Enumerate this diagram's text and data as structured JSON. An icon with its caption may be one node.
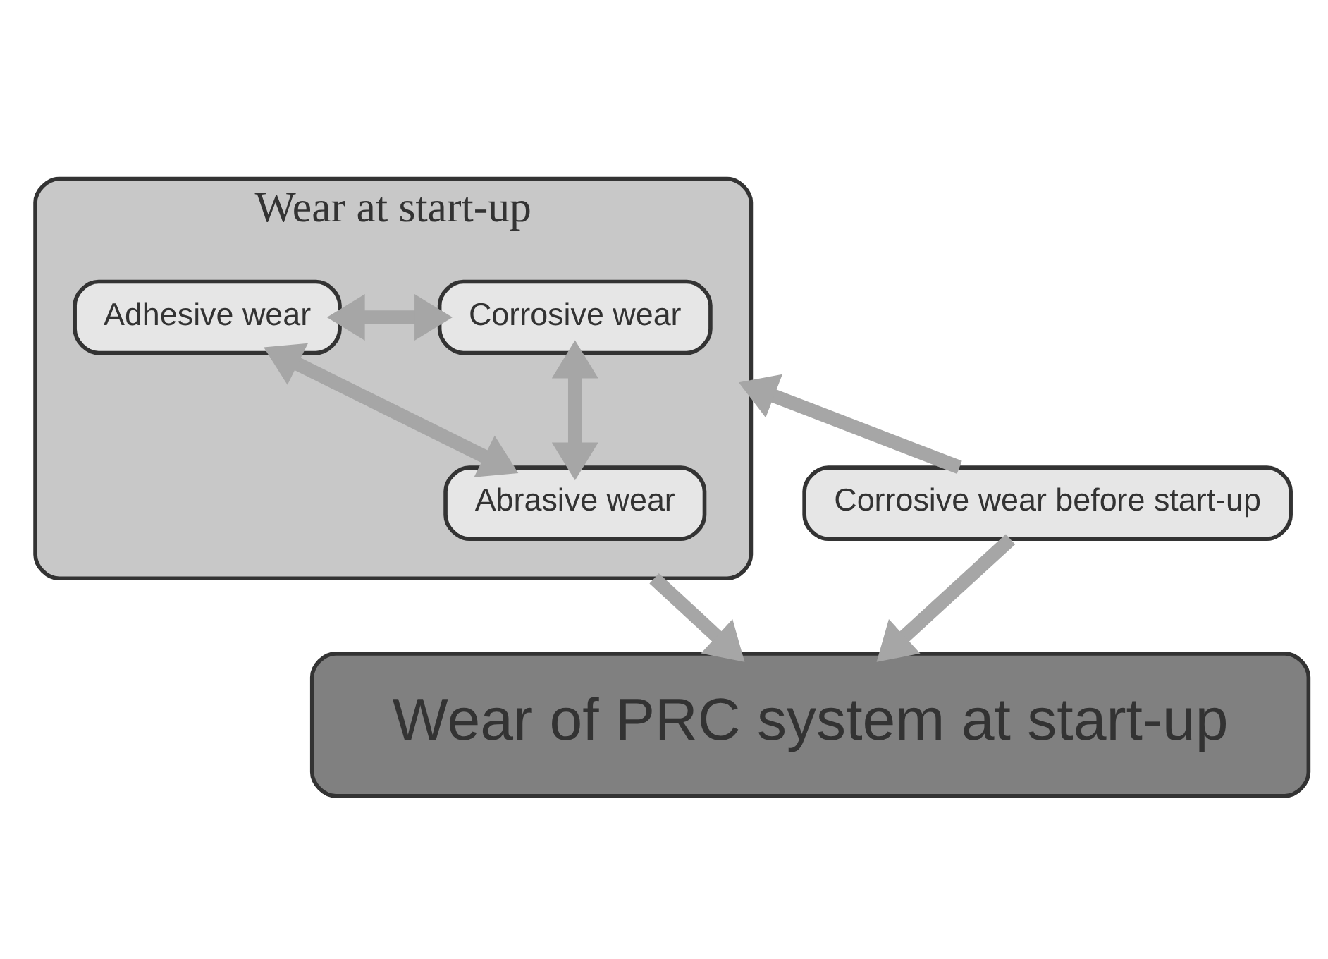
{
  "diagram": {
    "nodes": [
      {
        "text": [
          "Corrosive wear before start-up"
        ]
      },
      {
        "text": [
          "Wear at start-up"
        ]
      },
      {
        "text": [
          "Corrosive wear"
        ],
        "in": 1
      },
      {
        "text": [
          "Adhesive wear"
        ],
        "in": 1
      },
      {
        "text": [
          "Abrasive wear"
        ],
        "in": 1
      },
      {
        "text": [
          "Wear of PRC system at start-up"
        ]
      }
    ],
    "edges": [
      {
        "from": 0,
        "to": 1,
        "arrow": "to"
      },
      {
        "from": 2,
        "to": 3,
        "arrow": "both"
      },
      {
        "from": 2,
        "to": 4,
        "arrow": "both"
      },
      {
        "from": 3,
        "to": 4,
        "arrow": "both"
      },
      {
        "from": 0,
        "to": 5,
        "arrow": "to"
      },
      {
        "from": 1,
        "to": 5,
        "arrow": "to"
      }
    ]
  }
}
